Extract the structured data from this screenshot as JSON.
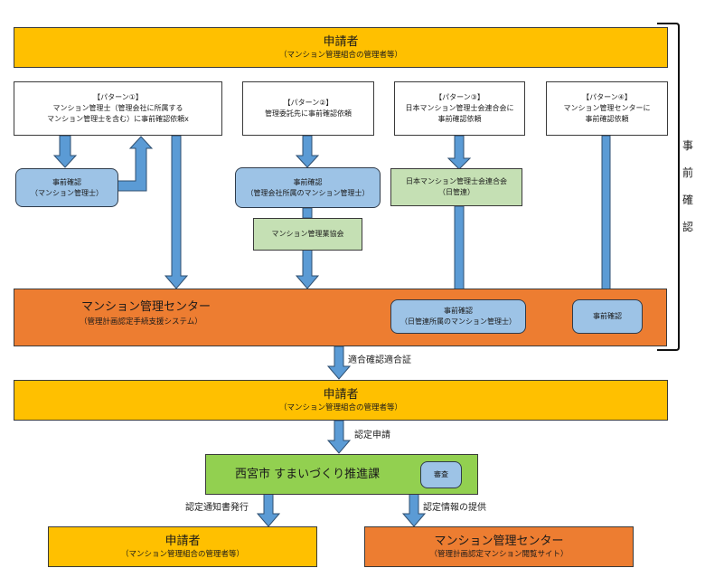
{
  "colors": {
    "applicant": "#ffc000",
    "center": "#ed7d31",
    "check": "#9dc3e6",
    "association": "#c5e0b4",
    "city": "#92d050",
    "arrow": "#5b9bd5"
  },
  "applicant_top": {
    "title": "申請者",
    "subtitle": "（マンション管理組合の管理者等）"
  },
  "patterns": [
    {
      "label": "【パターン①】",
      "lines": [
        "マンション管理士（管理会社に所属する",
        "マンション管理士を含む）に事前確認依頼x"
      ]
    },
    {
      "label": "【パターン②】",
      "lines": [
        "管理委託先に事前確認依頼"
      ]
    },
    {
      "label": "【パターン③】",
      "lines": [
        "日本マンション管理士会連合会に",
        "事前確認依頼"
      ]
    },
    {
      "label": "【パターン④】",
      "lines": [
        "マンション管理センターに",
        "事前確認依頼"
      ]
    }
  ],
  "pre_check_1": {
    "title": "事前確認",
    "subtitle": "（マンション管理士）"
  },
  "pre_check_2": {
    "title": "事前確認",
    "subtitle": "（管理会社所属のマンション管理士）"
  },
  "association_2": {
    "title": "マンション管理業協会"
  },
  "association_3": {
    "title": "日本マンション管理士会連合会",
    "subtitle": "（日管連）"
  },
  "center_system": {
    "title": "マンション管理センター",
    "subtitle": "（管理計画認定手続支援システム）",
    "check_3": {
      "title": "事前確認",
      "subtitle": "（日管連所属のマンション管理士）"
    },
    "check_4": {
      "title": "事前確認"
    }
  },
  "bracket_label": [
    "事",
    "前",
    "確",
    "認"
  ],
  "arrow_labels": {
    "certificate": "適合確認適合証",
    "application": "認定申請",
    "notice": "認定通知書発行",
    "info": "認定情報の提供"
  },
  "applicant_mid": {
    "title": "申請者",
    "subtitle": "（マンション管理組合の管理者等）"
  },
  "city": {
    "title": "西宮市 すまいづくり推進課",
    "review": "審査"
  },
  "applicant_bottom": {
    "title": "申請者",
    "subtitle": "（マンション管理組合の管理者等）"
  },
  "center_bottom": {
    "title": "マンション管理センター",
    "subtitle": "（管理計画認定マンション閲覧サイト）"
  }
}
